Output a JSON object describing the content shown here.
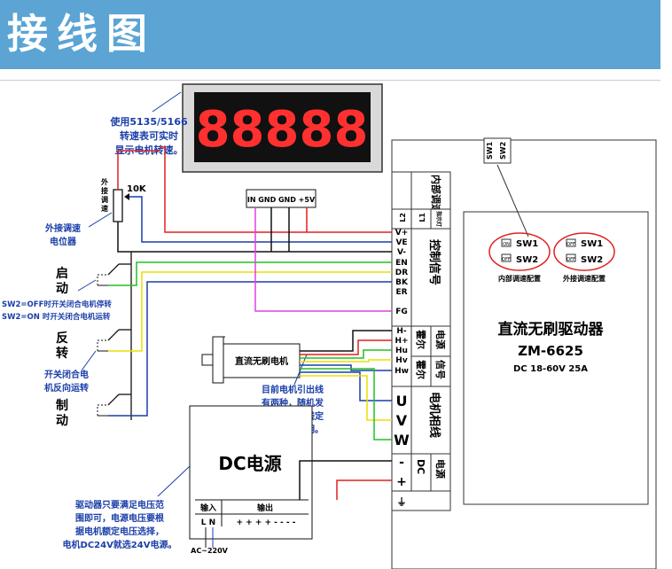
{
  "header": {
    "title": "接线图"
  },
  "display": {
    "digits": "88888",
    "note_lines": [
      "使用5135/5166",
      "转速表可实时",
      "显示电机转速。"
    ],
    "pins": "IN GND GND +5V"
  },
  "pot": {
    "side_label": [
      "外",
      "接",
      "调",
      "速"
    ],
    "value": "10K",
    "caption_lines": [
      "外接调速",
      "电位器"
    ]
  },
  "switches": {
    "start": [
      "启",
      "动"
    ],
    "reverse": [
      "反",
      "转"
    ],
    "brake": [
      "制",
      "动"
    ],
    "start_note_lines": [
      "SW2=OFF时开关闭合电机停转",
      "SW2=ON 时开关闭合电机运转"
    ],
    "reverse_note_lines": [
      "开关闭合电",
      "机反向运转"
    ]
  },
  "motor": {
    "label": "直流无刷电机",
    "note_lines": [
      "目前电机引出线",
      "有两种，随机发",
      "货！具体接线定",
      "义请参考说明。"
    ]
  },
  "power": {
    "title": "DC电源",
    "input_label": "输入",
    "input_pins": "L N",
    "output_label": "输出",
    "output_pins": "+ + + + - - - -",
    "ac_label": "AC~220V",
    "note_lines": [
      "驱动器只要满足电压范",
      "围即可，电源电压要根",
      "据电机额定电压选择，",
      "电机DC24V就选24V电源。"
    ]
  },
  "driver": {
    "title": "直流无刷驱动器",
    "model": "ZM-6625",
    "spec": "DC 18-60V 25A",
    "dip_labels": [
      "SW1",
      "SW2"
    ],
    "section_internal": "内部调速",
    "section_led": [
      "L2",
      "L1",
      "指示灯"
    ],
    "section_control": "控制信号",
    "section_hall_power": [
      "霍尔",
      "电源"
    ],
    "section_hall_signal": [
      "霍尔",
      "信号"
    ],
    "section_phase": "电机相线",
    "section_dc": [
      "DC",
      "电源"
    ],
    "terminals": [
      "V+",
      "VE",
      "V-",
      "EN",
      "DR",
      "BK",
      "ER",
      "FG",
      "H-",
      "H+",
      "Hu",
      "Hv",
      "Hw",
      "U",
      "V",
      "W",
      "-",
      "+",
      "⏚"
    ],
    "cfg_internal": {
      "sw1": "SW1",
      "sw2": "SW2",
      "state1": "ON",
      "state2": "OFF",
      "caption": "内部调速配置"
    },
    "cfg_external": {
      "sw1": "SW1",
      "sw2": "SW2",
      "state1": "OFF",
      "state2": "OFF",
      "caption": "外接调速配置"
    }
  },
  "colors": {
    "banner": "#5ba4d4",
    "red": "#e02020",
    "blue": "#1a3ea8",
    "black": "#111111",
    "green": "#22c022",
    "yellow": "#e8e000",
    "pink": "#e040e0",
    "segment": "#ff3030"
  }
}
